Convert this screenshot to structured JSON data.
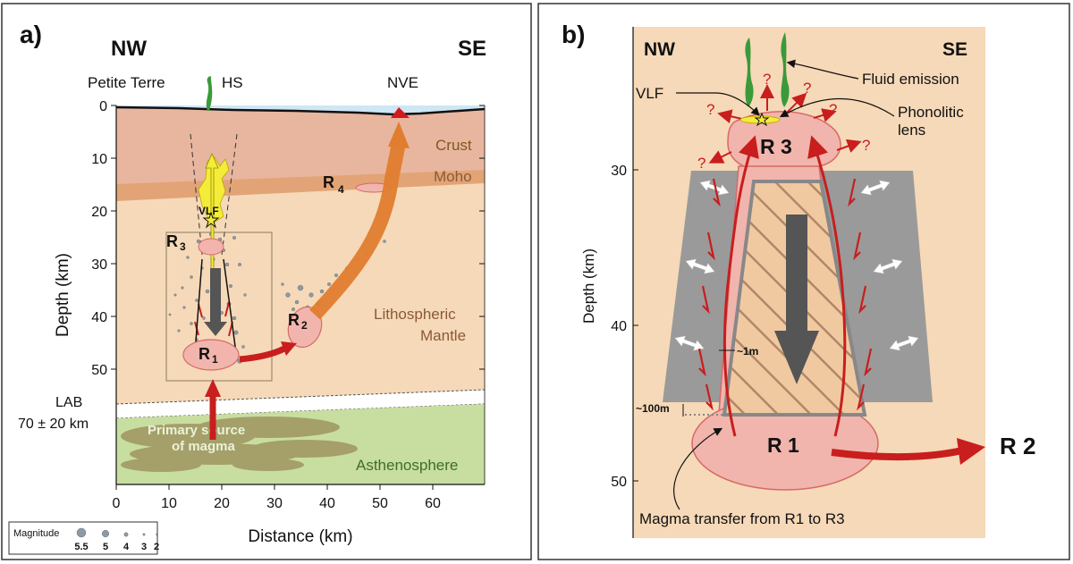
{
  "panel_a": {
    "label": "a)",
    "dir_left": "NW",
    "dir_right": "SE",
    "place_petite_terre": "Petite Terre",
    "place_hs": "HS",
    "place_nve": "NVE",
    "layer_crust": "Crust",
    "layer_moho": "Moho",
    "layer_lith_1": "Lithospheric",
    "layer_lith_2": "Mantle",
    "layer_astheno": "Asthenosphere",
    "lab_1": "LAB",
    "lab_2": "70 ± 20 km",
    "primary_1": "Primary source",
    "primary_2": "of magma",
    "vlf": "VLF",
    "r1": "R",
    "r1_sub": "1",
    "r2": "R",
    "r2_sub": "2",
    "r3": "R",
    "r3_sub": "3",
    "r4": "R",
    "r4_sub": "4",
    "y_axis_title": "Depth (km)",
    "x_axis_title": "Distance (km)",
    "y_ticks": [
      "0",
      "10",
      "20",
      "30",
      "40",
      "50"
    ],
    "x_ticks": [
      "0",
      "10",
      "20",
      "30",
      "40",
      "50",
      "60"
    ],
    "magnitude_title": "Magnitude",
    "magnitude_values": [
      "5.5",
      "5",
      "4",
      "3",
      "2"
    ]
  },
  "panel_b": {
    "label": "b)",
    "dir_left": "NW",
    "dir_right": "SE",
    "r1": "R 1",
    "r2": "R 2",
    "r3": "R 3",
    "vlf": "VLF",
    "fluid_emission": "Fluid emission",
    "phonolitic_1": "Phonolitic",
    "phonolitic_2": "lens",
    "q": "?",
    "width_1m": "~1m",
    "height_100m": "~100m",
    "transfer": "Magma transfer from R1 to R3",
    "y_axis_title": "Depth (km)",
    "y_ticks": [
      "30",
      "40",
      "50"
    ]
  },
  "colors": {
    "crust": "#e8b69e",
    "moho_band": "#e2a477",
    "mantle": "#f6d9b8",
    "asthenosphere": "#c7dea0",
    "sea": "#cfe6f5",
    "reservoir": "#f1b5ad",
    "reservoir_stroke": "#d66a66",
    "red_arrow": "#c81e1e",
    "orange_arrow": "#e07d2e",
    "yellow": "#f5ec3a",
    "gray_block": "#9a9a9a"
  }
}
